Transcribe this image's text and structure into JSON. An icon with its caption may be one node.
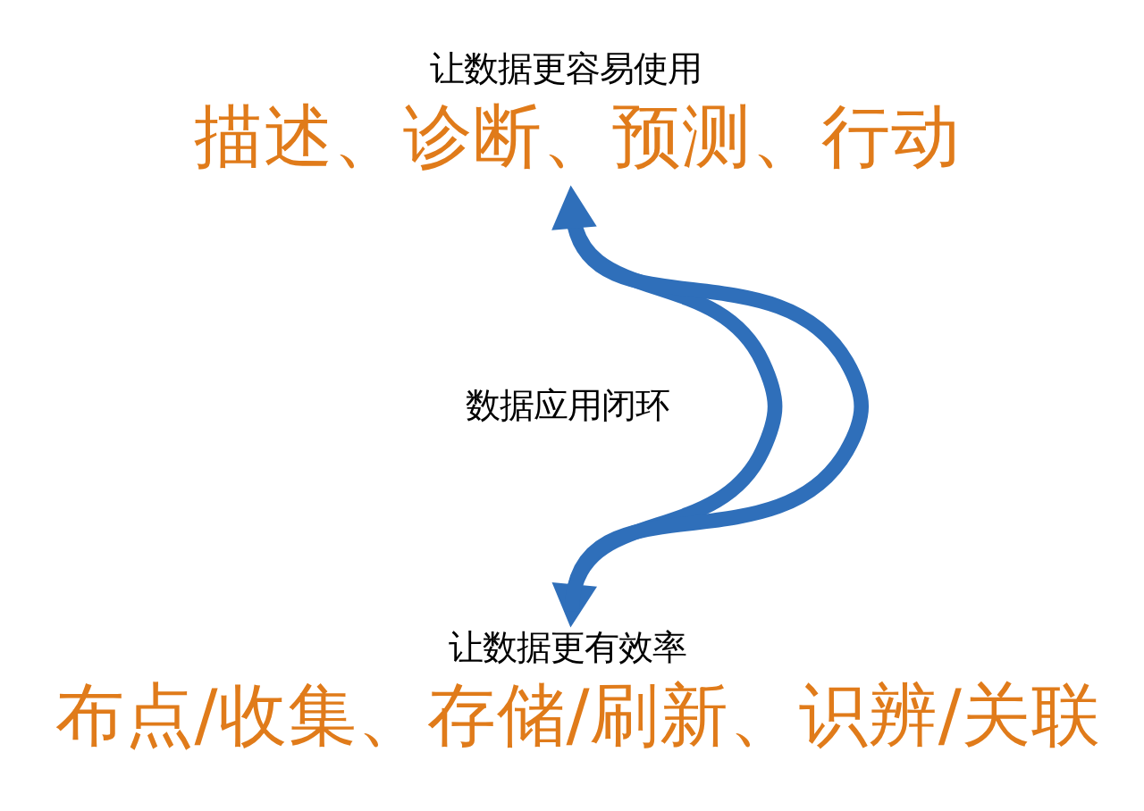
{
  "diagram": {
    "nodes": [
      {
        "text": [
          "让数据更容易使用",
          "描述、诊断、预测、行动"
        ]
      },
      {
        "text": [
          "数据应用闭环"
        ]
      },
      {
        "text": [
          "让数据更有效率",
          "布点/收集、存储/刷新、识辨/关联"
        ]
      }
    ],
    "edges": [
      {
        "from": 0,
        "to": 2,
        "arrow": "to",
        "color": "#2f6fba"
      },
      {
        "from": 2,
        "to": 0,
        "arrow": "to",
        "color": "#2f6fba"
      }
    ]
  }
}
